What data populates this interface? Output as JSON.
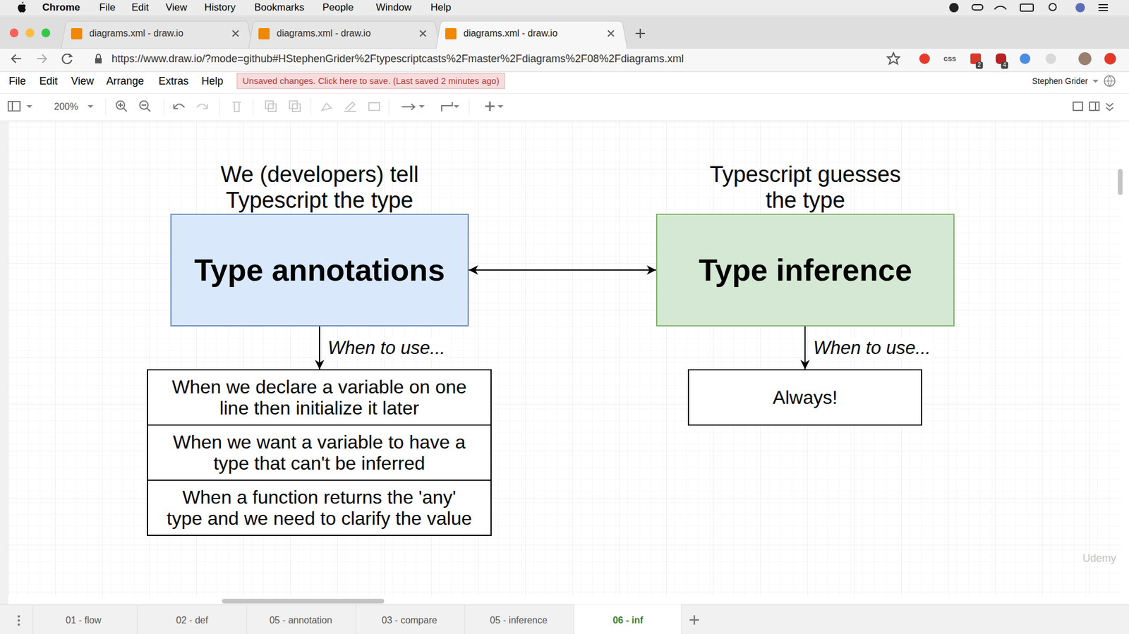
{
  "diagram": {
    "nodes": [
      {
        "text": [
          "We (developers) tell Typescript the type",
          "Type annotations"
        ]
      },
      {
        "text": [
          "Typescript guesses the type",
          "Type inference"
        ]
      },
      {
        "text": [
          "When we declare a variable on one line then initialize it later"
        ]
      },
      {
        "text": [
          "When we want a variable to have a type that can't be inferred"
        ]
      },
      {
        "text": [
          "When a function returns the 'any' type and we need to clarify the value"
        ]
      },
      {
        "text": [
          "Always!"
        ]
      }
    ],
    "edges": [
      {
        "from": 0,
        "to": 1,
        "arrow": "both"
      },
      {
        "from": 0,
        "to": 2,
        "label": "When to use...",
        "arrow": "to"
      },
      {
        "from": 1,
        "to": 5,
        "label": "When to use...",
        "arrow": "to"
      }
    ],
    "labels": [
      "Chrome",
      "File",
      "Edit",
      "View",
      "History",
      "Bookmarks",
      "People",
      "Window",
      "Help",
      "diagrams.xml - draw.io",
      "diagrams.xml - draw.io",
      "diagrams.xml - draw.io",
      "https://www.draw.io/?mode=github#HStephenGrider%2Ftypescriptcasts%2Fmaster%2Fdiagrams%2F08%2Fdiagrams.xml",
      "css",
      "2",
      "4",
      "File",
      "Edit",
      "View",
      "Arrange",
      "Extras",
      "Help",
      "Unsaved changes. Click here to save. (Last saved 2 minutes ago)",
      "Stephen Grider",
      "200%",
      "01 - flow",
      "02 - def",
      "05 - annotation",
      "03 - compare",
      "05 - inference",
      "06 - inf",
      "Udemy"
    ]
  }
}
